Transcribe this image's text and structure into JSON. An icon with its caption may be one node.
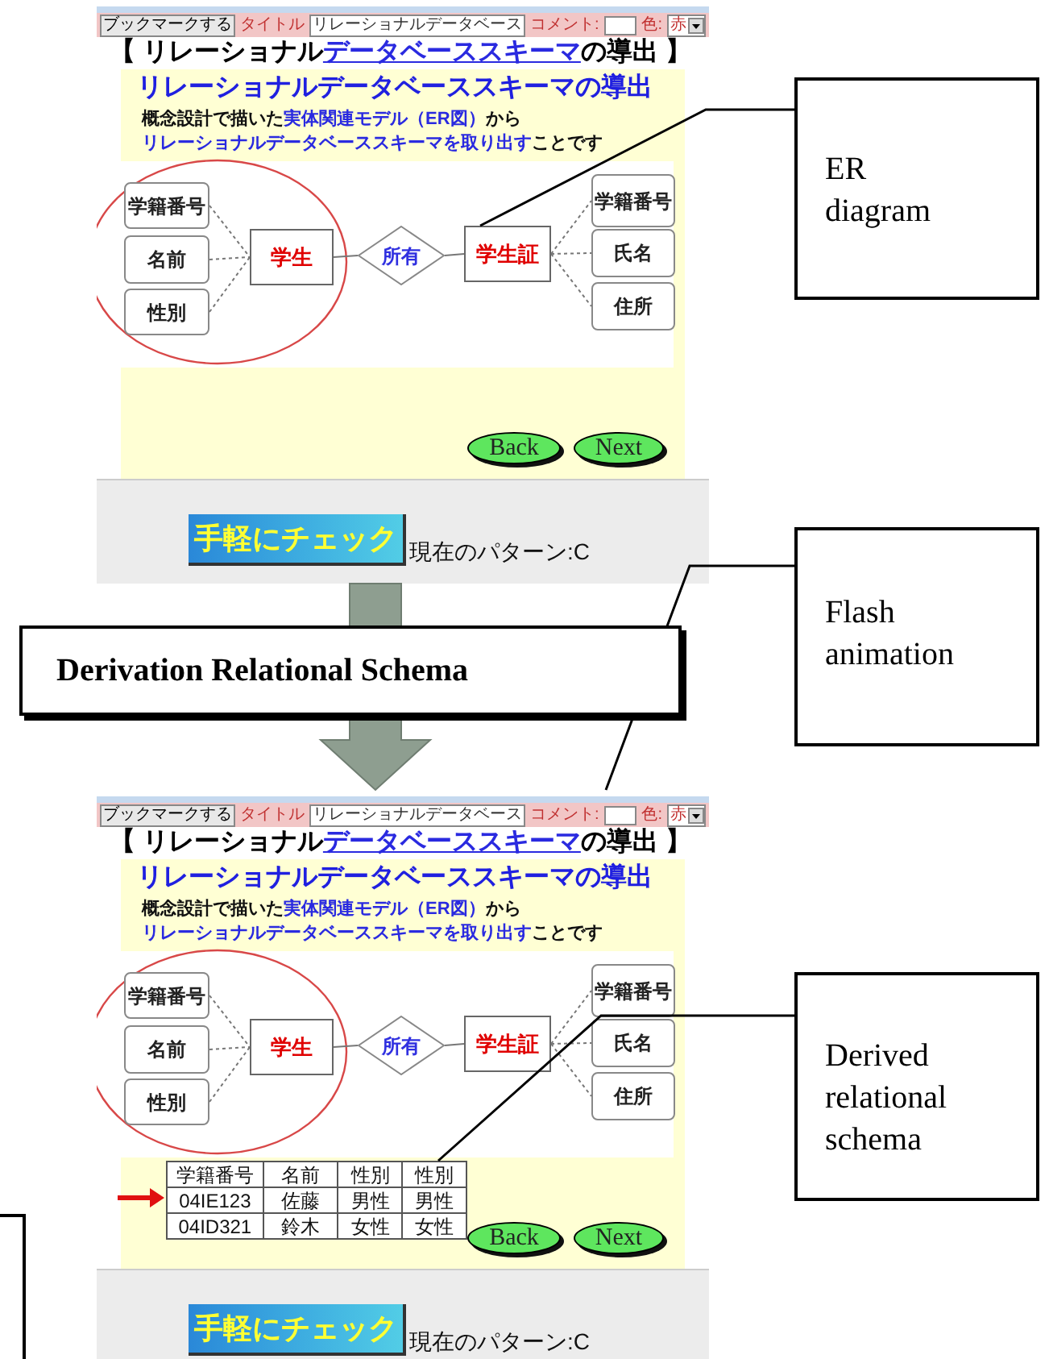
{
  "diagram": {
    "nodes": [
      {
        "text": [],
        "shape": "box"
      },
      {
        "text": [],
        "shape": "box",
        "in": 0
      },
      {
        "text": [
          "学籍番号"
        ],
        "in": 1
      },
      {
        "text": [
          "名前"
        ],
        "in": 1
      },
      {
        "text": [
          "性別"
        ],
        "in": 1
      },
      {
        "text": [
          "学生"
        ],
        "in": 1
      },
      {
        "text": [
          "所有"
        ],
        "in": 1
      },
      {
        "text": [
          "学生証"
        ],
        "in": 1
      },
      {
        "text": [
          "学籍番号"
        ],
        "in": 1
      },
      {
        "text": [
          "氏名"
        ],
        "in": 1
      },
      {
        "text": [
          "住所"
        ],
        "in": 1
      },
      {
        "text": [
          "ER diagram"
        ]
      },
      {
        "text": [
          "Derivation Relational Schema"
        ]
      },
      {
        "text": [
          "Flash animation"
        ]
      },
      {
        "text": [],
        "shape": "box"
      },
      {
        "text": [],
        "shape": "box",
        "in": 14
      },
      {
        "text": [
          "学籍番号"
        ],
        "in": 15
      },
      {
        "text": [
          "名前"
        ],
        "in": 15
      },
      {
        "text": [
          "性別"
        ],
        "in": 15
      },
      {
        "text": [
          "学生"
        ],
        "in": 15
      },
      {
        "text": [
          "所有"
        ],
        "in": 15
      },
      {
        "text": [
          "学生証"
        ],
        "in": 15
      },
      {
        "text": [
          "学籍番号"
        ],
        "in": 15
      },
      {
        "text": [
          "氏名"
        ],
        "in": 15
      },
      {
        "text": [
          "住所"
        ],
        "in": 15
      },
      {
        "text": [],
        "shape": "box",
        "in": 14
      },
      {
        "text": [
          "Derived relational schema"
        ]
      },
      {
        "text": [],
        "shape": "box"
      }
    ],
    "edges": [
      {
        "from": 2,
        "to": 5,
        "arrow": "none",
        "style": "dashed"
      },
      {
        "from": 3,
        "to": 5,
        "arrow": "none",
        "style": "dashed"
      },
      {
        "from": 4,
        "to": 5,
        "arrow": "none",
        "style": "dashed"
      },
      {
        "from": 5,
        "to": 6,
        "arrow": "none"
      },
      {
        "from": 6,
        "to": 7,
        "arrow": "none"
      },
      {
        "from": 7,
        "to": 8,
        "arrow": "none",
        "style": "dashed"
      },
      {
        "from": 7,
        "to": 9,
        "arrow": "none",
        "style": "dashed"
      },
      {
        "from": 7,
        "to": 10,
        "arrow": "none",
        "style": "dashed"
      },
      {
        "from": 11,
        "to": 7,
        "arrow": "none",
        "color": "#000000"
      },
      {
        "from": 0,
        "to": 14,
        "arrow": "to",
        "style": "thick",
        "color": "#8e9e90"
      },
      {
        "from": 13,
        "to": 14,
        "arrow": "none",
        "color": "#000000"
      },
      {
        "from": 16,
        "to": 19,
        "arrow": "none",
        "style": "dashed"
      },
      {
        "from": 17,
        "to": 19,
        "arrow": "none",
        "style": "dashed"
      },
      {
        "from": 18,
        "to": 19,
        "arrow": "none",
        "style": "dashed"
      },
      {
        "from": 19,
        "to": 20,
        "arrow": "none"
      },
      {
        "from": 20,
        "to": 21,
        "arrow": "none"
      },
      {
        "from": 21,
        "to": 22,
        "arrow": "none",
        "style": "dashed"
      },
      {
        "from": 21,
        "to": 23,
        "arrow": "none",
        "style": "dashed"
      },
      {
        "from": 21,
        "to": 24,
        "arrow": "none",
        "style": "dashed"
      },
      {
        "from": 26,
        "to": 25,
        "arrow": "none",
        "color": "#000000"
      }
    ],
    "labels": [
      "ブックマークする",
      "タイトル",
      "リレーショナルデータベース",
      "コメント:",
      "色:",
      "赤",
      "【 リレーショナル",
      "データベーススキーマ",
      "の導出 】",
      "リレーショナルデータベーススキーマの導出",
      "概念設計で描いた",
      "実体関連モデル（ER図）",
      "から",
      "リレーショナルデータベーススキーマを取り出す",
      "ことです",
      "Back",
      "Next",
      "手軽にチェック",
      "現在のパターン:C",
      "ブックマークする",
      "タイトル",
      "リレーショナルデータベース",
      "コメント:",
      "色:",
      "赤",
      "【 リレーショナル",
      "データベーススキーマ",
      "の導出 】",
      "リレーショナルデータベーススキーマの導出",
      "概念設計で描いた",
      "実体関連モデル（ER図）",
      "から",
      "リレーショナルデータベーススキーマを取り出す",
      "ことです",
      "学籍番号",
      "名前",
      "性別",
      "性別",
      "04IE123",
      "佐藤",
      "男性",
      "男性",
      "04ID321",
      "鈴木",
      "女性",
      "女性",
      "Back",
      "Next",
      "手軽にチェック",
      "現在のパターン:C"
    ]
  }
}
